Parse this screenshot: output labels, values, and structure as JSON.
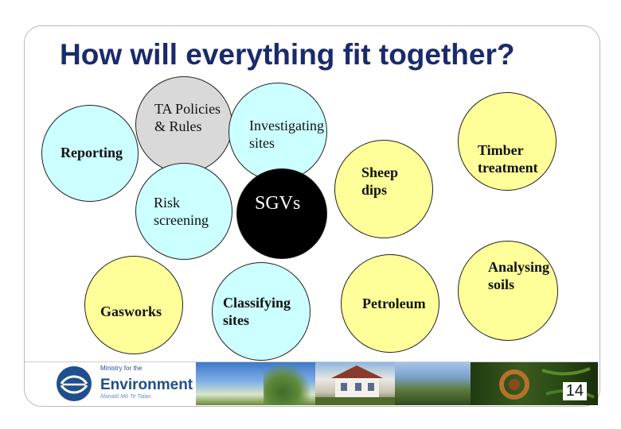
{
  "slide": {
    "title": "How will everything fit together?",
    "page_number": "14"
  },
  "circles": [
    {
      "id": "ta-policies",
      "label": "TA Policies\n& Rules",
      "fill": "#d9d9d9",
      "weight": "normal"
    },
    {
      "id": "investigating",
      "label": "Investigating\nsites",
      "fill": "#ccffff",
      "weight": "normal"
    },
    {
      "id": "reporting",
      "label": "Reporting",
      "fill": "#ccffff",
      "weight": "bold"
    },
    {
      "id": "risk",
      "label": "Risk\nscreening",
      "fill": "#ccffff",
      "weight": "normal"
    },
    {
      "id": "sgvs",
      "label": "SGVs",
      "fill": "#000000",
      "weight": "normal"
    },
    {
      "id": "sheep",
      "label": "Sheep\ndips",
      "fill": "#ffff99",
      "weight": "bold"
    },
    {
      "id": "timber",
      "label": "Timber\ntreatment",
      "fill": "#ffff99",
      "weight": "bold"
    },
    {
      "id": "analysing",
      "label": "Analysing\nsoils",
      "fill": "#ffff99",
      "weight": "bold"
    },
    {
      "id": "gasworks",
      "label": "Gasworks",
      "fill": "#ffff99",
      "weight": "bold"
    },
    {
      "id": "classifying",
      "label": "Classifying\nsites",
      "fill": "#ccffff",
      "weight": "bold"
    },
    {
      "id": "petroleum",
      "label": "Petroleum",
      "fill": "#ffff99",
      "weight": "bold"
    }
  ],
  "footer": {
    "logo_small": "Ministry for the",
    "logo_big": "Environment",
    "logo_tag": "Manatū Mō Te Taiao"
  }
}
